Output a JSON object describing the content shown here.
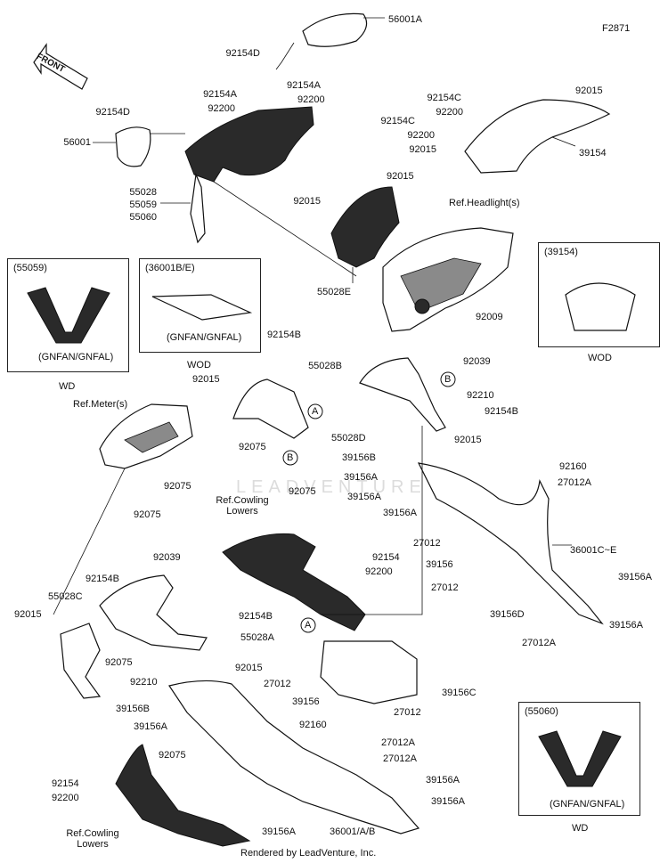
{
  "figure_code": "F2871",
  "front_arrow": "FRONT",
  "footer": "Rendered by LeadVenture, Inc.",
  "watermark": "LEADVENTURE",
  "callouts": [
    "A",
    "B",
    "A",
    "B"
  ],
  "inset_boxes": [
    {
      "title": "(55059)",
      "note": "(GNFAN/GNFAL)",
      "caption": "WD"
    },
    {
      "title": "(36001B/E)",
      "note": "(GNFAN/GNFAL)",
      "caption": "WOD"
    },
    {
      "title": "(39154)",
      "note": "",
      "caption": "WOD"
    },
    {
      "title": "(55060)",
      "note": "(GNFAN/GNFAL)",
      "caption": "WD"
    }
  ],
  "labels": [
    "56001A",
    "92154D",
    "92154A",
    "92154A",
    "92200",
    "92200",
    "92154D",
    "56001",
    "92154C",
    "92015",
    "92200",
    "92154C",
    "92200",
    "92015",
    "39154",
    "55028",
    "55059",
    "55060",
    "92015",
    "92015",
    "Ref.Headlight(s)",
    "55028E",
    "92009",
    "92154B",
    "55028B",
    "92039",
    "92015",
    "92210",
    "92154B",
    "Ref.Meter(s)",
    "92075",
    "55028D",
    "92015",
    "92075",
    "92075",
    "39156B",
    "39156A",
    "39156A",
    "39156A",
    "92160",
    "27012A",
    "Ref.Cowling Lowers",
    "92075",
    "92039",
    "92154",
    "92200",
    "27012",
    "39156",
    "27012",
    "36001C~E",
    "39156A",
    "39156D",
    "27012A",
    "39156A",
    "92154B",
    "55028C",
    "92015",
    "92075",
    "92154B",
    "55028A",
    "92210",
    "92015",
    "27012",
    "39156",
    "27012",
    "39156C",
    "39156B",
    "39156A",
    "92160",
    "27012A",
    "27012A",
    "92154",
    "92200",
    "92075",
    "39156A",
    "39156A",
    "Ref.Cowling Lowers",
    "39156A",
    "36001/A/B"
  ]
}
